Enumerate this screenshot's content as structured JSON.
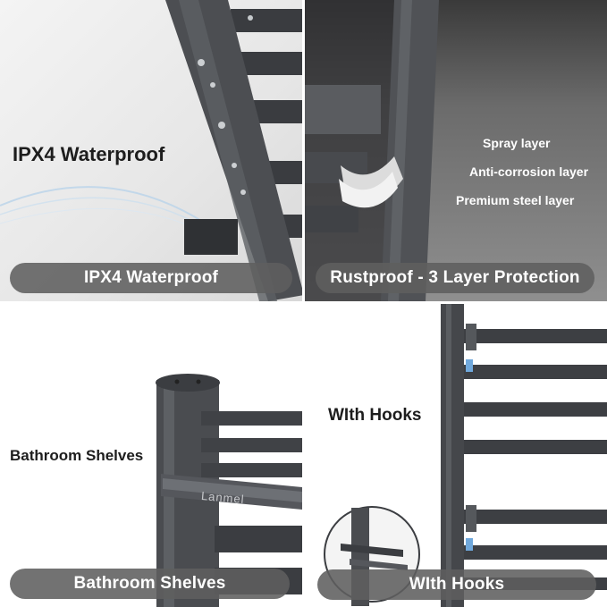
{
  "panels": {
    "top_left": {
      "heading": "IPX4  Waterproof",
      "caption": "IPX4   Waterproof"
    },
    "top_right": {
      "layers": [
        "Spray layer",
        "Anti-corrosion layer",
        "Premium steel layer"
      ],
      "caption": "Rustproof - 3 Layer Protection"
    },
    "bottom_left": {
      "heading": "Bathroom Shelves",
      "brand": "Lanmel",
      "caption": "Bathroom Shelves"
    },
    "bottom_right": {
      "heading": "WIth Hooks",
      "caption": "WIth  Hooks"
    }
  },
  "colors": {
    "caption_pill": "#5f5f5f",
    "rack_metal": "#4a4c50",
    "hook_accent": "#6fa8dc"
  }
}
